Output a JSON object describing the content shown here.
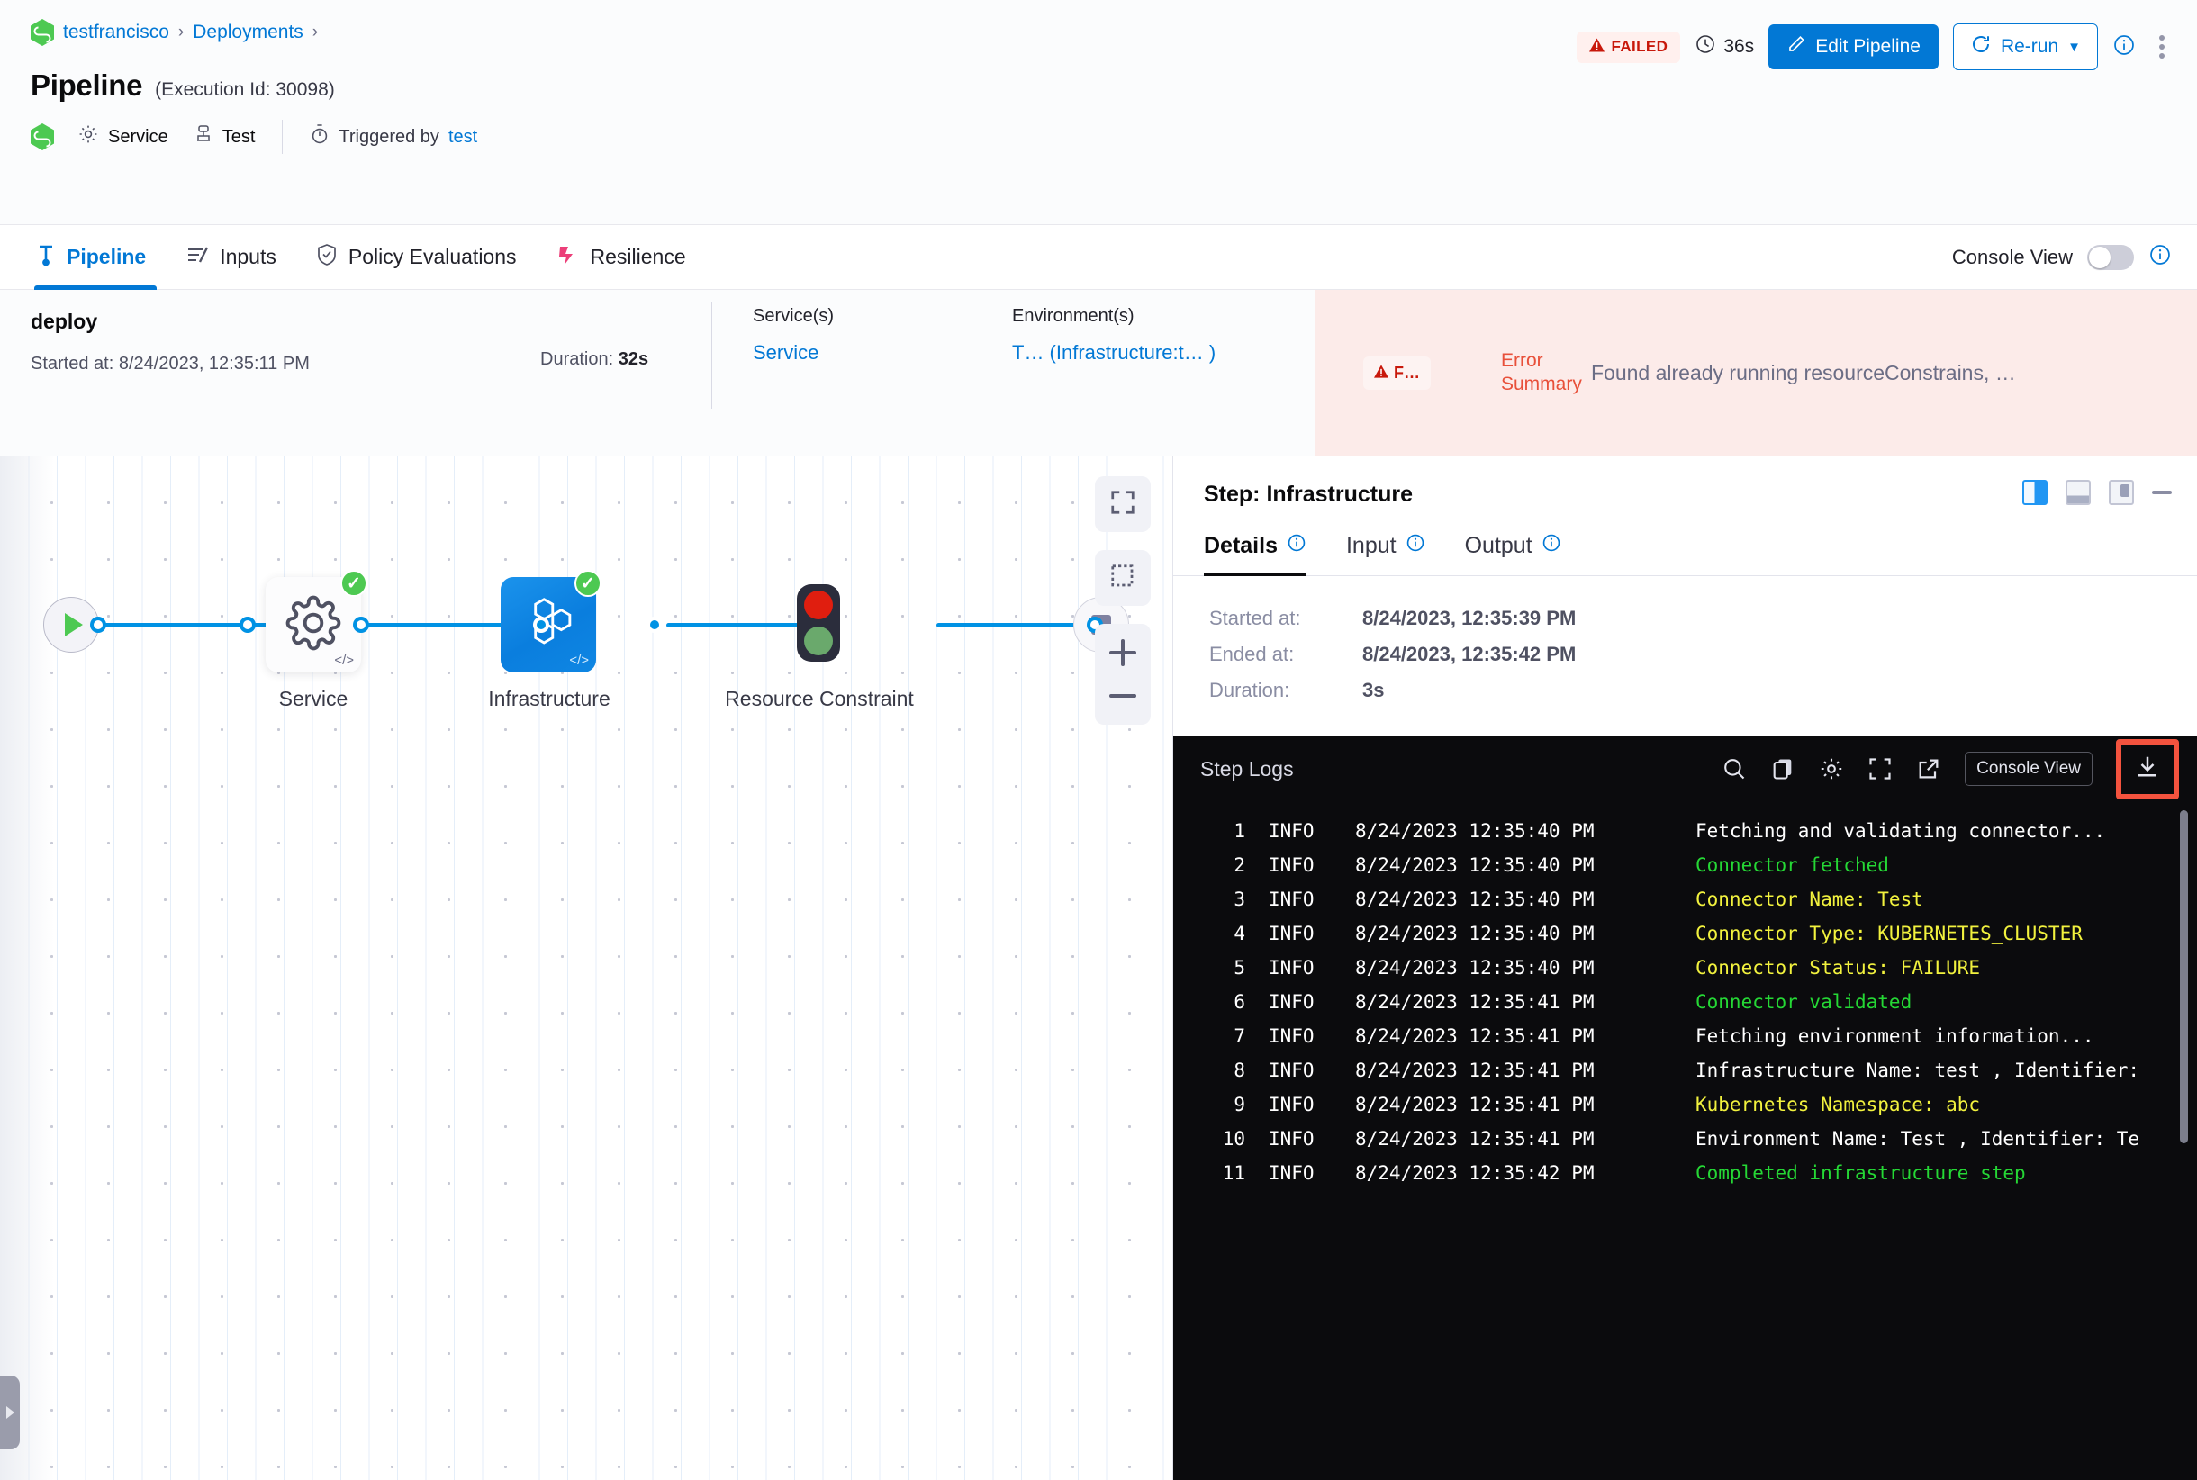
{
  "header": {
    "breadcrumb": [
      {
        "label": "testfrancisco",
        "icon": "harness-logo-icon"
      },
      {
        "label": "Deployments"
      }
    ],
    "breadcrumb_separator": "›",
    "title": "Pipeline",
    "execution_id_text": "(Execution Id: 30098)",
    "meta": {
      "service_label": "Service",
      "test_label": "Test",
      "triggered_by_label": "Triggered by",
      "triggered_by_user": "test"
    },
    "actions": {
      "status_badge": "FAILED",
      "status_badge_color": "#c8180b",
      "status_badge_bg": "#fff0ee",
      "duration": "36s",
      "edit_pipeline": "Edit Pipeline",
      "rerun": "Re-run",
      "rerun_caret": "▼"
    }
  },
  "tabs": {
    "items": [
      {
        "label": "Pipeline",
        "icon": "pipeline-icon",
        "active": true
      },
      {
        "label": "Inputs",
        "icon": "inputs-icon",
        "active": false
      },
      {
        "label": "Policy Evaluations",
        "icon": "shield-check-icon",
        "active": false
      },
      {
        "label": "Resilience",
        "icon": "resilience-icon",
        "active": false
      }
    ],
    "console_view_label": "Console View",
    "console_view_on": false
  },
  "summary": {
    "stage_name": "deploy",
    "started_label": "Started at:",
    "started_value": "8/24/2023, 12:35:11 PM",
    "duration_label": "Duration:",
    "duration_value": "32s",
    "services_label": "Service(s)",
    "services_value": "Service",
    "environments_label": "Environment(s)",
    "environments_value": "T… (Infrastructure:t… )",
    "error_chip": "F…",
    "error_summary_label": "Error Summary",
    "error_summary_text": "Found already running resourceConstrains, …",
    "error_bg": "#fcebe9"
  },
  "graph": {
    "nodes": [
      {
        "id": "start",
        "type": "start",
        "label": ""
      },
      {
        "id": "service",
        "type": "card-light",
        "label": "Service",
        "icon": "gear-icon",
        "status": "success"
      },
      {
        "id": "infrastructure",
        "type": "card-blue",
        "label": "Infrastructure",
        "icon": "hexagons-icon",
        "status": "success",
        "selected": true
      },
      {
        "id": "resource-constraint",
        "type": "traffic-light",
        "label": "Resource Constraint"
      },
      {
        "id": "end",
        "type": "end",
        "label": ""
      }
    ],
    "tools": [
      {
        "name": "fit-to-screen",
        "icon": "expand-icon"
      },
      {
        "name": "select-area",
        "icon": "marquee-select-icon"
      },
      {
        "name": "zoom-in",
        "icon": "plus-icon"
      },
      {
        "name": "zoom-out",
        "icon": "minus-icon"
      }
    ]
  },
  "step_panel": {
    "title": "Step: Infrastructure",
    "view_icons": [
      "split-right-view-icon",
      "split-bottom-view-icon",
      "docked-panel-icon",
      "minimize-icon"
    ],
    "tabs": [
      {
        "label": "Details",
        "active": true
      },
      {
        "label": "Input",
        "active": false
      },
      {
        "label": "Output",
        "active": false
      }
    ],
    "details": [
      {
        "label": "Started at:",
        "value": "8/24/2023, 12:35:39 PM"
      },
      {
        "label": "Ended at:",
        "value": "8/24/2023, 12:35:42 PM"
      },
      {
        "label": "Duration:",
        "value": "3s"
      }
    ]
  },
  "logs": {
    "title": "Step Logs",
    "actions": [
      {
        "name": "search-icon"
      },
      {
        "name": "copy-icon"
      },
      {
        "name": "gear-icon"
      },
      {
        "name": "fullscreen-icon"
      },
      {
        "name": "open-external-icon"
      }
    ],
    "console_view_button": "Console View",
    "download_button": "download-icon",
    "download_highlight_color": "#f4533e",
    "lines": [
      {
        "n": "1",
        "level": "INFO",
        "ts": "8/24/2023 12:35:40 PM",
        "msg": "Fetching and validating connector...",
        "color": "white"
      },
      {
        "n": "2",
        "level": "INFO",
        "ts": "8/24/2023 12:35:40 PM",
        "msg": "Connector fetched",
        "color": "green"
      },
      {
        "n": "3",
        "level": "INFO",
        "ts": "8/24/2023 12:35:40 PM",
        "msg": "Connector Name: Test",
        "color": "yellow"
      },
      {
        "n": "4",
        "level": "INFO",
        "ts": "8/24/2023 12:35:40 PM",
        "msg": "Connector Type: KUBERNETES_CLUSTER",
        "color": "yellow"
      },
      {
        "n": "5",
        "level": "INFO",
        "ts": "8/24/2023 12:35:40 PM",
        "msg": "Connector Status: FAILURE",
        "color": "yellow"
      },
      {
        "n": "6",
        "level": "INFO",
        "ts": "8/24/2023 12:35:41 PM",
        "msg": "Connector validated",
        "color": "green"
      },
      {
        "n": "7",
        "level": "INFO",
        "ts": "8/24/2023 12:35:41 PM",
        "msg": "Fetching environment information...",
        "color": "white"
      },
      {
        "n": "8",
        "level": "INFO",
        "ts": "8/24/2023 12:35:41 PM",
        "msg": "Infrastructure Name: test , Identifier:",
        "color": "white"
      },
      {
        "n": "9",
        "level": "INFO",
        "ts": "8/24/2023 12:35:41 PM",
        "msg": "Kubernetes Namespace: abc",
        "color": "yellow"
      },
      {
        "n": "10",
        "level": "INFO",
        "ts": "8/24/2023 12:35:41 PM",
        "msg": "Environment Name: Test , Identifier: Te",
        "color": "white"
      },
      {
        "n": "11",
        "level": "INFO",
        "ts": "8/24/2023 12:35:42 PM",
        "msg": "Completed infrastructure step",
        "color": "green"
      }
    ]
  }
}
